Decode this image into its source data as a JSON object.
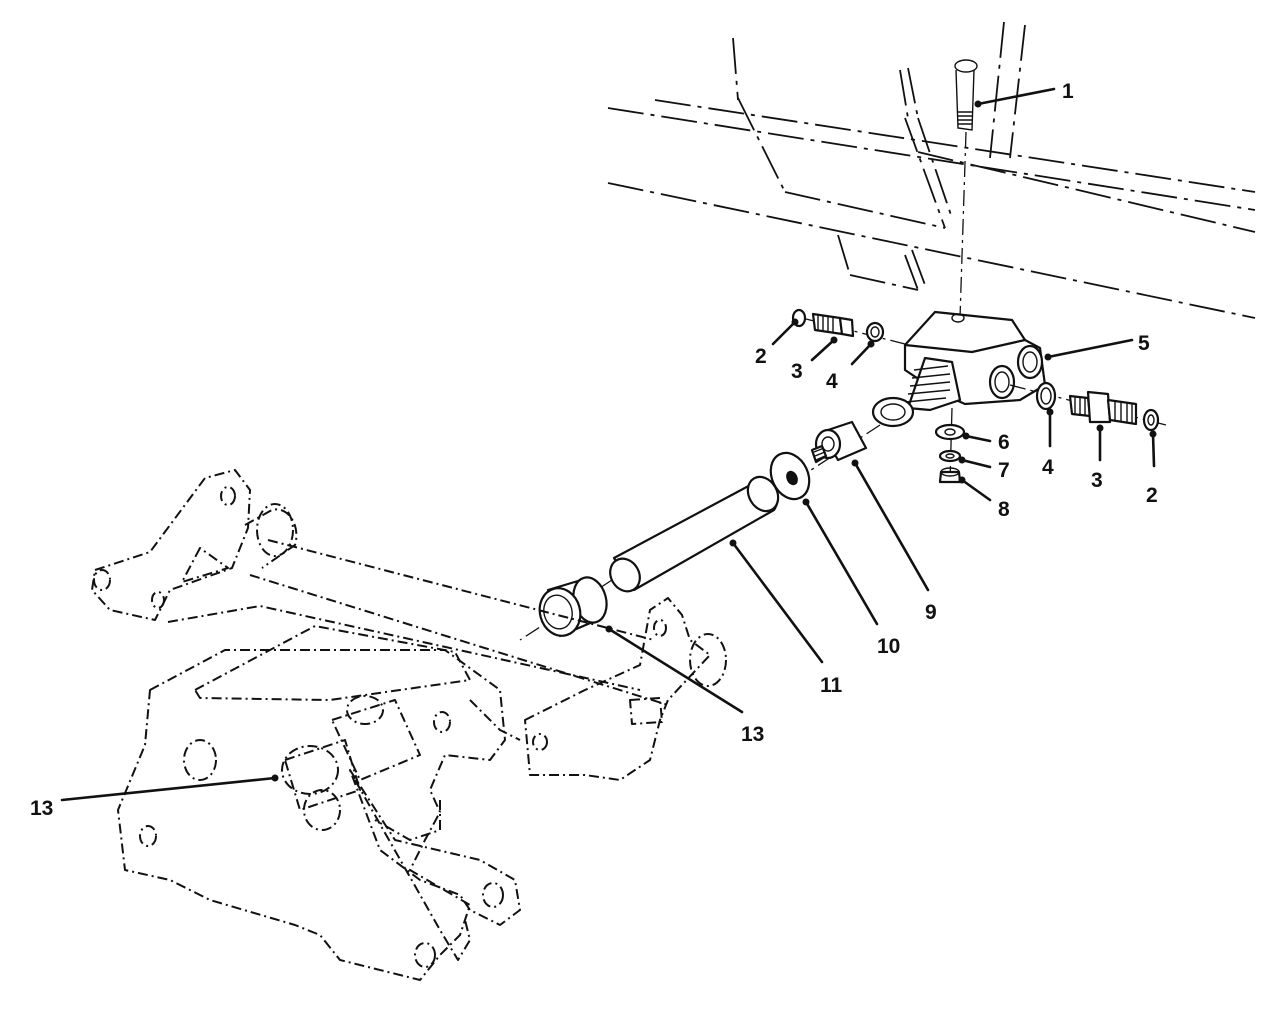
{
  "callouts": {
    "c1": "1",
    "c2_left": "2",
    "c3_left": "3",
    "c4_left": "4",
    "c5": "5",
    "c6": "6",
    "c7": "7",
    "c8": "8",
    "c4_right": "4",
    "c3_right": "3",
    "c2_right": "2",
    "c9": "9",
    "c10": "10",
    "c11": "11",
    "c13_bushing": "13",
    "c13_left": "13"
  }
}
